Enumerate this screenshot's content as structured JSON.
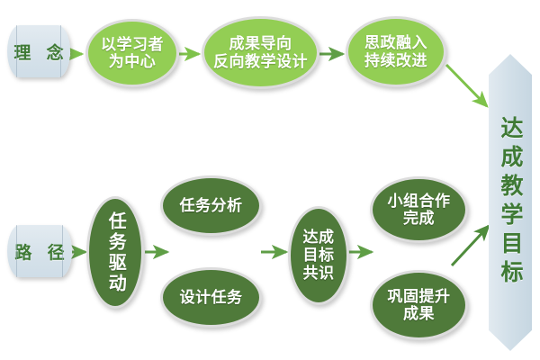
{
  "diagram": {
    "title_vertical_banner": "达成教学目标",
    "rows": [
      {
        "key": "concept",
        "label": "理 念",
        "nodes": [
          {
            "key": "learner-centered",
            "lines": [
              "以学习者",
              "为中心"
            ],
            "style": "light"
          },
          {
            "key": "outcome-oriented",
            "lines": [
              "成果导向",
              "反向教学设计"
            ],
            "style": "light"
          },
          {
            "key": "ideology-integration",
            "lines": [
              "思政融入",
              "持续改进"
            ],
            "style": "light"
          }
        ]
      },
      {
        "key": "path",
        "label": "路 径",
        "nodes": [
          {
            "key": "task-driven",
            "lines": [
              "任务驱动"
            ],
            "style": "dark"
          },
          {
            "key": "task-analysis",
            "lines": [
              "任务分析"
            ],
            "style": "dark"
          },
          {
            "key": "task-design",
            "lines": [
              "设计任务"
            ],
            "style": "dark"
          },
          {
            "key": "goal-consensus",
            "lines": [
              "达成目标共识"
            ],
            "style": "dark"
          },
          {
            "key": "group-cooperation",
            "lines": [
              "小组合作",
              "完成"
            ],
            "style": "dark"
          },
          {
            "key": "consolidate-outcome",
            "lines": [
              "巩固提升",
              "成果"
            ],
            "style": "dark"
          }
        ]
      }
    ],
    "arrows": {
      "concept_to_node1": "→",
      "node1_to_node2": "→",
      "node2_to_node3": "→",
      "node3_to_banner": "↘",
      "path_to_task_driven": "→",
      "task_driven_to_branch": "→",
      "branch_to_consensus": "→",
      "consensus_to_outcomes": "→",
      "outcomes_to_banner": "↗"
    },
    "colors": {
      "light_green": "#93ce54",
      "dark_green": "#4f7a3a",
      "label_card": "#d6e2ea",
      "label_text": "#3f7a35",
      "shape_outline": "#dcdcdc",
      "background": "#ffffff",
      "arrow_light": "#7ec24a",
      "arrow_dark": "#4f8c3c"
    }
  }
}
